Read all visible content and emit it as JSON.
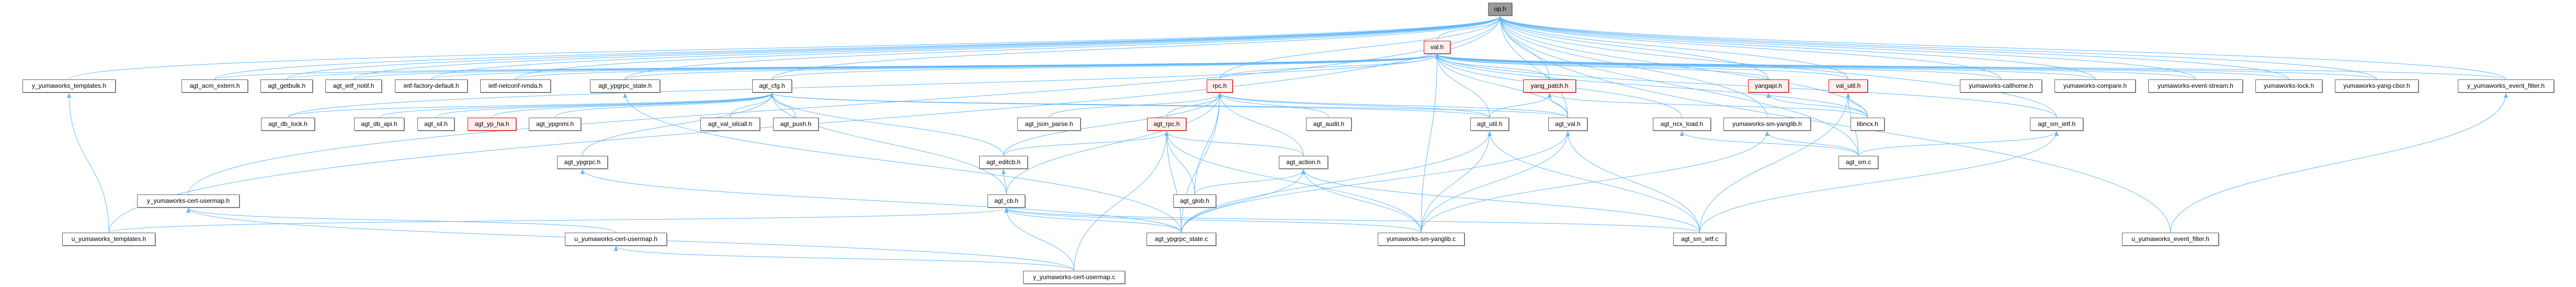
{
  "title": "op.h",
  "colors": {
    "edge": "#63b8ff",
    "current_node": "#999999",
    "truncated_border": "#ff0000",
    "truncated_fill": "#fff0f0"
  },
  "nodes": [
    {
      "label": "op.h",
      "kind": "current"
    },
    {
      "label": "val.h",
      "kind": "truncated"
    },
    {
      "label": "y_yumaworks_templates.h",
      "kind": "normal"
    },
    {
      "label": "agt_acm_extern.h",
      "kind": "normal"
    },
    {
      "label": "agt_getbulk.h",
      "kind": "normal"
    },
    {
      "label": "agt_ietf_notif.h",
      "kind": "normal"
    },
    {
      "label": "ietf-factory-default.h",
      "kind": "normal"
    },
    {
      "label": "ietf-netconf-nmda.h",
      "kind": "normal"
    },
    {
      "label": "agt_ypgrpc_state.h",
      "kind": "normal"
    },
    {
      "label": "agt_cfg.h",
      "kind": "normal"
    },
    {
      "label": "rpc.h",
      "kind": "truncated"
    },
    {
      "label": "yang_patch.h",
      "kind": "truncated"
    },
    {
      "label": "yangapi.h",
      "kind": "truncated"
    },
    {
      "label": "val_util.h",
      "kind": "truncated"
    },
    {
      "label": "yumaworks-callhome.h",
      "kind": "normal"
    },
    {
      "label": "yumaworks-compare.h",
      "kind": "normal"
    },
    {
      "label": "yumaworks-event-stream.h",
      "kind": "normal"
    },
    {
      "label": "yumaworks-lock.h",
      "kind": "normal"
    },
    {
      "label": "yumaworks-yang-cbor.h",
      "kind": "normal"
    },
    {
      "label": "y_yumaworks_event_filter.h",
      "kind": "normal"
    },
    {
      "label": "agt_db_lock.h",
      "kind": "normal"
    },
    {
      "label": "agt_db_api.h",
      "kind": "normal"
    },
    {
      "label": "agt_sil.h",
      "kind": "normal"
    },
    {
      "label": "agt_yp_ha.h",
      "kind": "truncated"
    },
    {
      "label": "agt_ypgnmi.h",
      "kind": "normal"
    },
    {
      "label": "agt_val_silcall.h",
      "kind": "normal"
    },
    {
      "label": "agt_push.h",
      "kind": "normal"
    },
    {
      "label": "agt_json_parse.h",
      "kind": "normal"
    },
    {
      "label": "agt_rpc.h",
      "kind": "truncated"
    },
    {
      "label": "agt_audit.h",
      "kind": "normal"
    },
    {
      "label": "agt_util.h",
      "kind": "normal"
    },
    {
      "label": "agt_val.h",
      "kind": "normal"
    },
    {
      "label": "agt_ncx_load.h",
      "kind": "normal"
    },
    {
      "label": "yumaworks-sm-yanglib.h",
      "kind": "normal"
    },
    {
      "label": "libncx.h",
      "kind": "normal"
    },
    {
      "label": "agt_sm_ietf.h",
      "kind": "normal"
    },
    {
      "label": "agt_ypgrpc.h",
      "kind": "normal"
    },
    {
      "label": "agt_editcb.h",
      "kind": "normal"
    },
    {
      "label": "agt_action.h",
      "kind": "normal"
    },
    {
      "label": "agt_sm.c",
      "kind": "normal"
    },
    {
      "label": "y_yumaworks-cert-usermap.h",
      "kind": "normal"
    },
    {
      "label": "agt_cb.h",
      "kind": "normal"
    },
    {
      "label": "agt_glob.h",
      "kind": "normal"
    },
    {
      "label": "u_yumaworks_templates.h",
      "kind": "normal"
    },
    {
      "label": "u_yumaworks-cert-usermap.h",
      "kind": "normal"
    },
    {
      "label": "agt_ypgrpc_state.c",
      "kind": "normal"
    },
    {
      "label": "yumaworks-sm-yanglib.c",
      "kind": "normal"
    },
    {
      "label": "agt_sm_ietf.c",
      "kind": "normal"
    },
    {
      "label": "u_yumaworks_event_filter.h",
      "kind": "normal"
    },
    {
      "label": "y_yumaworks-cert-usermap.c",
      "kind": "normal"
    }
  ],
  "edges": [
    [
      "val.h",
      "op.h"
    ],
    [
      "y_yumaworks_templates.h",
      "op.h"
    ],
    [
      "agt_acm_extern.h",
      "op.h"
    ],
    [
      "agt_getbulk.h",
      "op.h"
    ],
    [
      "agt_ietf_notif.h",
      "op.h"
    ],
    [
      "ietf-factory-default.h",
      "op.h"
    ],
    [
      "ietf-netconf-nmda.h",
      "op.h"
    ],
    [
      "agt_ypgrpc_state.h",
      "op.h"
    ],
    [
      "agt_cfg.h",
      "op.h"
    ],
    [
      "rpc.h",
      "op.h"
    ],
    [
      "yang_patch.h",
      "op.h"
    ],
    [
      "yangapi.h",
      "op.h"
    ],
    [
      "val_util.h",
      "op.h"
    ],
    [
      "yumaworks-callhome.h",
      "op.h"
    ],
    [
      "yumaworks-compare.h",
      "op.h"
    ],
    [
      "yumaworks-event-stream.h",
      "op.h"
    ],
    [
      "yumaworks-lock.h",
      "op.h"
    ],
    [
      "yumaworks-yang-cbor.h",
      "op.h"
    ],
    [
      "y_yumaworks_event_filter.h",
      "op.h"
    ],
    [
      "agt_val.h",
      "op.h"
    ],
    [
      "yumaworks-sm-yanglib.h",
      "op.h"
    ],
    [
      "libncx.h",
      "op.h"
    ],
    [
      "agt_sm.c",
      "op.h"
    ],
    [
      "u_yumaworks_templates.h",
      "op.h"
    ],
    [
      "y_yumaworks-cert-usermap.h",
      "op.h"
    ],
    [
      "u_yumaworks_event_filter.h",
      "op.h"
    ],
    [
      "agt_sm_ietf.h",
      "op.h"
    ],
    [
      "agt_acm_extern.h",
      "val.h"
    ],
    [
      "agt_getbulk.h",
      "val.h"
    ],
    [
      "agt_ietf_notif.h",
      "val.h"
    ],
    [
      "ietf-factory-default.h",
      "val.h"
    ],
    [
      "ietf-netconf-nmda.h",
      "val.h"
    ],
    [
      "agt_ypgrpc_state.h",
      "val.h"
    ],
    [
      "agt_cfg.h",
      "val.h"
    ],
    [
      "rpc.h",
      "val.h"
    ],
    [
      "yang_patch.h",
      "val.h"
    ],
    [
      "yangapi.h",
      "val.h"
    ],
    [
      "val_util.h",
      "val.h"
    ],
    [
      "yumaworks-callhome.h",
      "val.h"
    ],
    [
      "yumaworks-compare.h",
      "val.h"
    ],
    [
      "yumaworks-event-stream.h",
      "val.h"
    ],
    [
      "yumaworks-lock.h",
      "val.h"
    ],
    [
      "yumaworks-yang-cbor.h",
      "val.h"
    ],
    [
      "y_yumaworks_event_filter.h",
      "val.h"
    ],
    [
      "agt_util.h",
      "val.h"
    ],
    [
      "agt_val.h",
      "val.h"
    ],
    [
      "agt_ncx_load.h",
      "val.h"
    ],
    [
      "libncx.h",
      "val.h"
    ],
    [
      "agt_sm_ietf.h",
      "val.h"
    ],
    [
      "yumaworks-sm-yanglib.c",
      "val.h"
    ],
    [
      "agt_db_lock.h",
      "val.h"
    ],
    [
      "agt_db_lock.h",
      "agt_cfg.h"
    ],
    [
      "agt_db_api.h",
      "agt_cfg.h"
    ],
    [
      "agt_sil.h",
      "agt_cfg.h"
    ],
    [
      "agt_yp_ha.h",
      "agt_cfg.h"
    ],
    [
      "agt_ypgnmi.h",
      "agt_cfg.h"
    ],
    [
      "agt_val_silcall.h",
      "agt_cfg.h"
    ],
    [
      "agt_push.h",
      "agt_cfg.h"
    ],
    [
      "agt_editcb.h",
      "agt_cfg.h"
    ],
    [
      "agt_cb.h",
      "agt_cfg.h"
    ],
    [
      "agt_val.h",
      "agt_cfg.h"
    ],
    [
      "agt_ypgrpc.h",
      "agt_cfg.h"
    ],
    [
      "agt_util.h",
      "agt_cfg.h"
    ],
    [
      "agt_rpc.h",
      "rpc.h"
    ],
    [
      "agt_json_parse.h",
      "rpc.h"
    ],
    [
      "agt_audit.h",
      "rpc.h"
    ],
    [
      "agt_editcb.h",
      "rpc.h"
    ],
    [
      "agt_cb.h",
      "rpc.h"
    ],
    [
      "agt_glob.h",
      "rpc.h"
    ],
    [
      "agt_action.h",
      "rpc.h"
    ],
    [
      "agt_ypgrpc_state.c",
      "rpc.h"
    ],
    [
      "agt_util.h",
      "rpc.h"
    ],
    [
      "agt_val.h",
      "rpc.h"
    ],
    [
      "agt_editcb.h",
      "agt_rpc.h"
    ],
    [
      "agt_glob.h",
      "agt_rpc.h"
    ],
    [
      "agt_action.h",
      "agt_rpc.h"
    ],
    [
      "agt_ypgrpc_state.c",
      "agt_rpc.h"
    ],
    [
      "y_yumaworks-cert-usermap.c",
      "agt_rpc.h"
    ],
    [
      "yumaworks-sm-yanglib.c",
      "agt_rpc.h"
    ],
    [
      "agt_cb.h",
      "agt_editcb.h"
    ],
    [
      "agt_ypgrpc_state.c",
      "agt_cb.h"
    ],
    [
      "y_yumaworks-cert-usermap.c",
      "agt_cb.h"
    ],
    [
      "yumaworks-sm-yanglib.c",
      "agt_cb.h"
    ],
    [
      "agt_sm_ietf.c",
      "agt_cb.h"
    ],
    [
      "u_yumaworks_templates.h",
      "agt_cb.h"
    ],
    [
      "agt_glob.h",
      "agt_action.h"
    ],
    [
      "agt_ypgrpc_state.c",
      "agt_action.h"
    ],
    [
      "yumaworks-sm-yanglib.c",
      "agt_action.h"
    ],
    [
      "agt_sm_ietf.c",
      "agt_action.h"
    ],
    [
      "agt_util.h",
      "yang_patch.h"
    ],
    [
      "agt_val.h",
      "yang_patch.h"
    ],
    [
      "libncx.h",
      "yang_patch.h"
    ],
    [
      "yumaworks-sm-yanglib.c",
      "agt_util.h"
    ],
    [
      "agt_sm_ietf.c",
      "agt_util.h"
    ],
    [
      "agt_ypgrpc_state.c",
      "agt_util.h"
    ],
    [
      "yumaworks-sm-yanglib.c",
      "agt_val.h"
    ],
    [
      "agt_sm_ietf.c",
      "agt_val.h"
    ],
    [
      "agt_ypgrpc_state.c",
      "agt_val.h"
    ],
    [
      "agt_sm.c",
      "yumaworks-sm-yanglib.h"
    ],
    [
      "yumaworks-sm-yanglib.c",
      "yumaworks-sm-yanglib.h"
    ],
    [
      "agt_sm.c",
      "agt_ncx_load.h"
    ],
    [
      "libncx.h",
      "val_util.h"
    ],
    [
      "agt_sm.c",
      "val_util.h"
    ],
    [
      "agt_sm_ietf.c",
      "val_util.h"
    ],
    [
      "libncx.h",
      "yangapi.h"
    ],
    [
      "agt_sm_ietf.c",
      "agt_sm_ietf.h"
    ],
    [
      "agt_sm.c",
      "agt_sm_ietf.h"
    ],
    [
      "u_yumaworks-cert-usermap.h",
      "y_yumaworks-cert-usermap.h"
    ],
    [
      "y_yumaworks-cert-usermap.c",
      "y_yumaworks-cert-usermap.h"
    ],
    [
      "y_yumaworks-cert-usermap.c",
      "u_yumaworks-cert-usermap.h"
    ],
    [
      "u_yumaworks_templates.h",
      "y_yumaworks_templates.h"
    ],
    [
      "u_yumaworks_event_filter.h",
      "y_yumaworks_event_filter.h"
    ],
    [
      "agt_ypgrpc_state.c",
      "agt_ypgrpc.h"
    ],
    [
      "agt_ypgrpc_state.c",
      "agt_ypgrpc_state.h"
    ]
  ]
}
